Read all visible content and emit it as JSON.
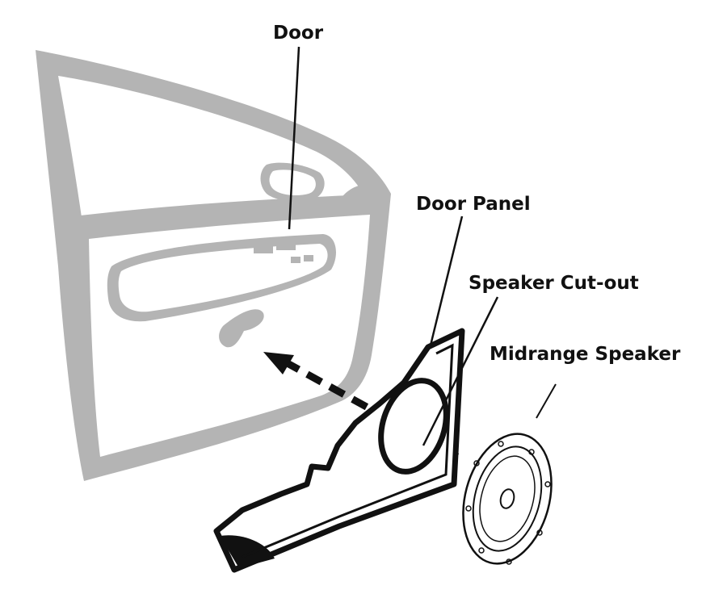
{
  "labels": {
    "door": "Door",
    "door_panel": "Door Panel",
    "speaker_cutout": "Speaker Cut-out",
    "midrange_speaker": "Midrange Speaker"
  },
  "colors": {
    "door_gray": "#b4b4b4",
    "ink": "#111111",
    "background": "#ffffff"
  }
}
